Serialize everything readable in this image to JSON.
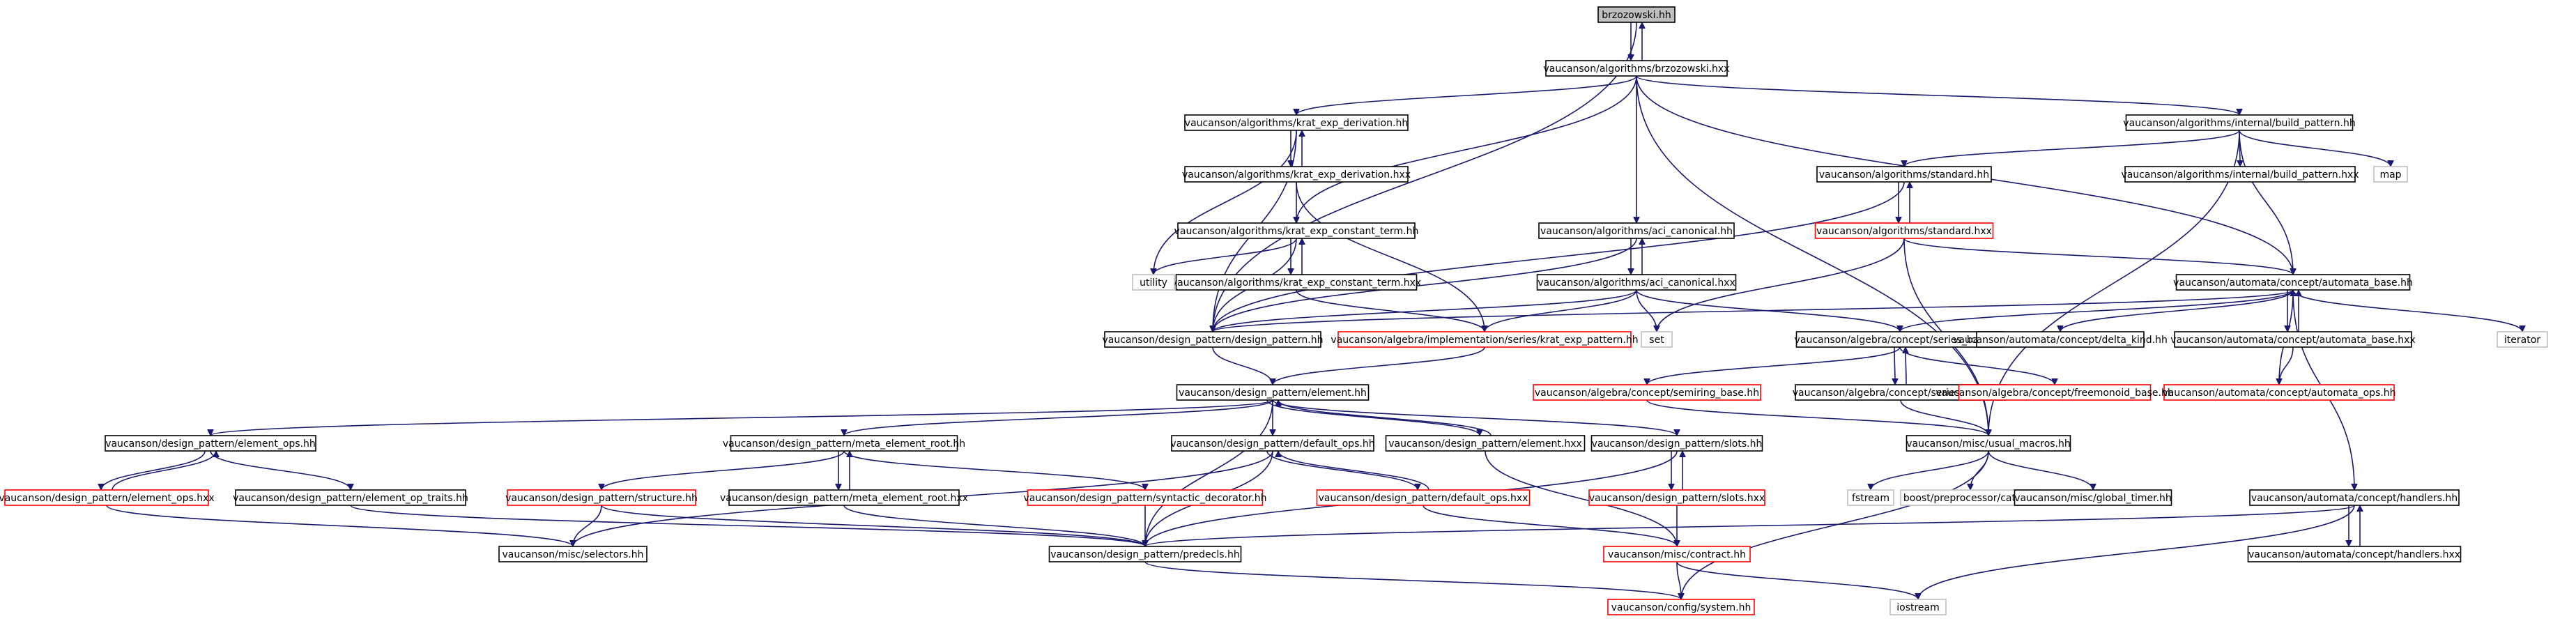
{
  "graph": {
    "root": "n0",
    "colors": {
      "root_fill": "#bfbfbf",
      "node_fill": "#ffffff",
      "border_black": "#000000",
      "border_red": "#ff0000",
      "border_grey": "#bfbfbf",
      "edge": "#191970"
    },
    "nodes": [
      {
        "id": "n0",
        "label": "brzozowski.hh",
        "style": "root"
      },
      {
        "id": "n1",
        "label": "vaucanson/algorithms/brzozowski.hxx",
        "style": "black"
      },
      {
        "id": "n2",
        "label": "vaucanson/algorithms/krat_exp_derivation.hh",
        "style": "black"
      },
      {
        "id": "n3",
        "label": "vaucanson/algorithms/krat_exp_derivation.hxx",
        "style": "black"
      },
      {
        "id": "n4",
        "label": "vaucanson/algorithms/krat_exp_constant_term.hh",
        "style": "black"
      },
      {
        "id": "n5",
        "label": "vaucanson/algorithms/krat_exp_constant_term.hxx",
        "style": "black"
      },
      {
        "id": "n6",
        "label": "utility",
        "style": "grey"
      },
      {
        "id": "n7",
        "label": "vaucanson/design_pattern/design_pattern.hh",
        "style": "black"
      },
      {
        "id": "n8",
        "label": "vaucanson/algebra/implementation/series/krat_exp_pattern.hh",
        "style": "red"
      },
      {
        "id": "n9",
        "label": "vaucanson/algorithms/aci_canonical.hh",
        "style": "black"
      },
      {
        "id": "n10",
        "label": "vaucanson/algorithms/aci_canonical.hxx",
        "style": "black"
      },
      {
        "id": "n11",
        "label": "set",
        "style": "grey"
      },
      {
        "id": "n12",
        "label": "vaucanson/algorithms/internal/build_pattern.hh",
        "style": "black"
      },
      {
        "id": "n13",
        "label": "vaucanson/algorithms/internal/build_pattern.hxx",
        "style": "black"
      },
      {
        "id": "n14",
        "label": "map",
        "style": "grey"
      },
      {
        "id": "n15",
        "label": "vaucanson/algorithms/standard.hh",
        "style": "black"
      },
      {
        "id": "n16",
        "label": "vaucanson/algorithms/standard.hxx",
        "style": "red"
      },
      {
        "id": "n17",
        "label": "vaucanson/automata/concept/automata_base.hh",
        "style": "black"
      },
      {
        "id": "n18",
        "label": "iterator",
        "style": "grey"
      },
      {
        "id": "n19",
        "label": "vaucanson/algebra/concept/series_base.hh",
        "style": "black"
      },
      {
        "id": "n20",
        "label": "vaucanson/automata/concept/delta_kind.hh",
        "style": "black"
      },
      {
        "id": "n21",
        "label": "vaucanson/automata/concept/automata_base.hxx",
        "style": "black"
      },
      {
        "id": "n22",
        "label": "vaucanson/automata/concept/automata_ops.hh",
        "style": "red"
      },
      {
        "id": "n23",
        "label": "vaucanson/algebra/concept/semiring_base.hh",
        "style": "red"
      },
      {
        "id": "n24",
        "label": "vaucanson/algebra/concept/series_base.hxx",
        "style": "black"
      },
      {
        "id": "n25",
        "label": "vaucanson/algebra/concept/freemonoid_base.hh",
        "style": "red"
      },
      {
        "id": "n26",
        "label": "vaucanson/design_pattern/element.hh",
        "style": "black"
      },
      {
        "id": "n27",
        "label": "vaucanson/design_pattern/element_ops.hh",
        "style": "black"
      },
      {
        "id": "n28",
        "label": "vaucanson/design_pattern/meta_element_root.hh",
        "style": "black"
      },
      {
        "id": "n29",
        "label": "vaucanson/design_pattern/default_ops.hh",
        "style": "black"
      },
      {
        "id": "n30",
        "label": "vaucanson/design_pattern/element.hxx",
        "style": "black"
      },
      {
        "id": "n31",
        "label": "vaucanson/design_pattern/slots.hh",
        "style": "black"
      },
      {
        "id": "n32",
        "label": "vaucanson/misc/usual_macros.hh",
        "style": "black"
      },
      {
        "id": "n33",
        "label": "vaucanson/design_pattern/element_ops.hxx",
        "style": "red"
      },
      {
        "id": "n34",
        "label": "vaucanson/design_pattern/element_op_traits.hh",
        "style": "black"
      },
      {
        "id": "n35",
        "label": "vaucanson/design_pattern/structure.hh",
        "style": "red"
      },
      {
        "id": "n36",
        "label": "vaucanson/design_pattern/meta_element_root.hxx",
        "style": "black"
      },
      {
        "id": "n37",
        "label": "vaucanson/design_pattern/syntactic_decorator.hh",
        "style": "red"
      },
      {
        "id": "n38",
        "label": "vaucanson/design_pattern/default_ops.hxx",
        "style": "red"
      },
      {
        "id": "n39",
        "label": "vaucanson/design_pattern/slots.hxx",
        "style": "red"
      },
      {
        "id": "n40",
        "label": "fstream",
        "style": "grey"
      },
      {
        "id": "n41",
        "label": "boost/preprocessor/cat.hpp",
        "style": "grey"
      },
      {
        "id": "n42",
        "label": "vaucanson/misc/global_timer.hh",
        "style": "black"
      },
      {
        "id": "n43",
        "label": "vaucanson/automata/concept/handlers.hh",
        "style": "black"
      },
      {
        "id": "n44",
        "label": "vaucanson/misc/selectors.hh",
        "style": "black"
      },
      {
        "id": "n45",
        "label": "vaucanson/design_pattern/predecls.hh",
        "style": "black"
      },
      {
        "id": "n46",
        "label": "vaucanson/misc/contract.hh",
        "style": "red"
      },
      {
        "id": "n47",
        "label": "vaucanson/automata/concept/handlers.hxx",
        "style": "black"
      },
      {
        "id": "n48",
        "label": "vaucanson/config/system.hh",
        "style": "red"
      },
      {
        "id": "n49",
        "label": "iostream",
        "style": "grey"
      }
    ],
    "edges": [
      [
        "n0",
        "n1"
      ],
      [
        "n1",
        "n0"
      ],
      [
        "n0",
        "n7"
      ],
      [
        "n1",
        "n2"
      ],
      [
        "n1",
        "n4"
      ],
      [
        "n1",
        "n9"
      ],
      [
        "n1",
        "n12"
      ],
      [
        "n1",
        "n17"
      ],
      [
        "n1",
        "n32"
      ],
      [
        "n2",
        "n3"
      ],
      [
        "n3",
        "n2"
      ],
      [
        "n2",
        "n6"
      ],
      [
        "n2",
        "n7"
      ],
      [
        "n3",
        "n4"
      ],
      [
        "n3",
        "n8"
      ],
      [
        "n4",
        "n5"
      ],
      [
        "n5",
        "n4"
      ],
      [
        "n4",
        "n6"
      ],
      [
        "n4",
        "n7"
      ],
      [
        "n5",
        "n8"
      ],
      [
        "n9",
        "n10"
      ],
      [
        "n10",
        "n9"
      ],
      [
        "n9",
        "n7"
      ],
      [
        "n10",
        "n8"
      ],
      [
        "n10",
        "n11"
      ],
      [
        "n10",
        "n7"
      ],
      [
        "n10",
        "n19"
      ],
      [
        "n12",
        "n13"
      ],
      [
        "n12",
        "n14"
      ],
      [
        "n12",
        "n15"
      ],
      [
        "n12",
        "n17"
      ],
      [
        "n12",
        "n32"
      ],
      [
        "n15",
        "n16"
      ],
      [
        "n16",
        "n15"
      ],
      [
        "n15",
        "n7"
      ],
      [
        "n16",
        "n11"
      ],
      [
        "n16",
        "n17"
      ],
      [
        "n16",
        "n32"
      ],
      [
        "n17",
        "n7"
      ],
      [
        "n17",
        "n18"
      ],
      [
        "n17",
        "n19"
      ],
      [
        "n17",
        "n20"
      ],
      [
        "n17",
        "n21"
      ],
      [
        "n21",
        "n17"
      ],
      [
        "n17",
        "n43"
      ],
      [
        "n21",
        "n22"
      ],
      [
        "n22",
        "n17"
      ],
      [
        "n19",
        "n23"
      ],
      [
        "n19",
        "n24"
      ],
      [
        "n24",
        "n19"
      ],
      [
        "n19",
        "n25"
      ],
      [
        "n23",
        "n32"
      ],
      [
        "n24",
        "n32"
      ],
      [
        "n7",
        "n26"
      ],
      [
        "n8",
        "n26"
      ],
      [
        "n26",
        "n27"
      ],
      [
        "n26",
        "n28"
      ],
      [
        "n26",
        "n29"
      ],
      [
        "n26",
        "n30"
      ],
      [
        "n30",
        "n26"
      ],
      [
        "n26",
        "n31"
      ],
      [
        "n26",
        "n45"
      ],
      [
        "n27",
        "n33"
      ],
      [
        "n33",
        "n27"
      ],
      [
        "n27",
        "n34"
      ],
      [
        "n33",
        "n44"
      ],
      [
        "n28",
        "n36"
      ],
      [
        "n36",
        "n28"
      ],
      [
        "n28",
        "n35"
      ],
      [
        "n28",
        "n37"
      ],
      [
        "n35",
        "n44"
      ],
      [
        "n35",
        "n45"
      ],
      [
        "n36",
        "n45"
      ],
      [
        "n34",
        "n45"
      ],
      [
        "n29",
        "n38"
      ],
      [
        "n38",
        "n29"
      ],
      [
        "n29",
        "n44"
      ],
      [
        "n29",
        "n45"
      ],
      [
        "n37",
        "n45"
      ],
      [
        "n30",
        "n46"
      ],
      [
        "n31",
        "n39"
      ],
      [
        "n39",
        "n31"
      ],
      [
        "n31",
        "n45"
      ],
      [
        "n38",
        "n46"
      ],
      [
        "n39",
        "n46"
      ],
      [
        "n32",
        "n40"
      ],
      [
        "n32",
        "n41"
      ],
      [
        "n32",
        "n42"
      ],
      [
        "n32",
        "n48"
      ],
      [
        "n43",
        "n47"
      ],
      [
        "n47",
        "n43"
      ],
      [
        "n43",
        "n45"
      ],
      [
        "n43",
        "n49"
      ],
      [
        "n45",
        "n48"
      ],
      [
        "n46",
        "n48"
      ],
      [
        "n46",
        "n49"
      ]
    ]
  }
}
